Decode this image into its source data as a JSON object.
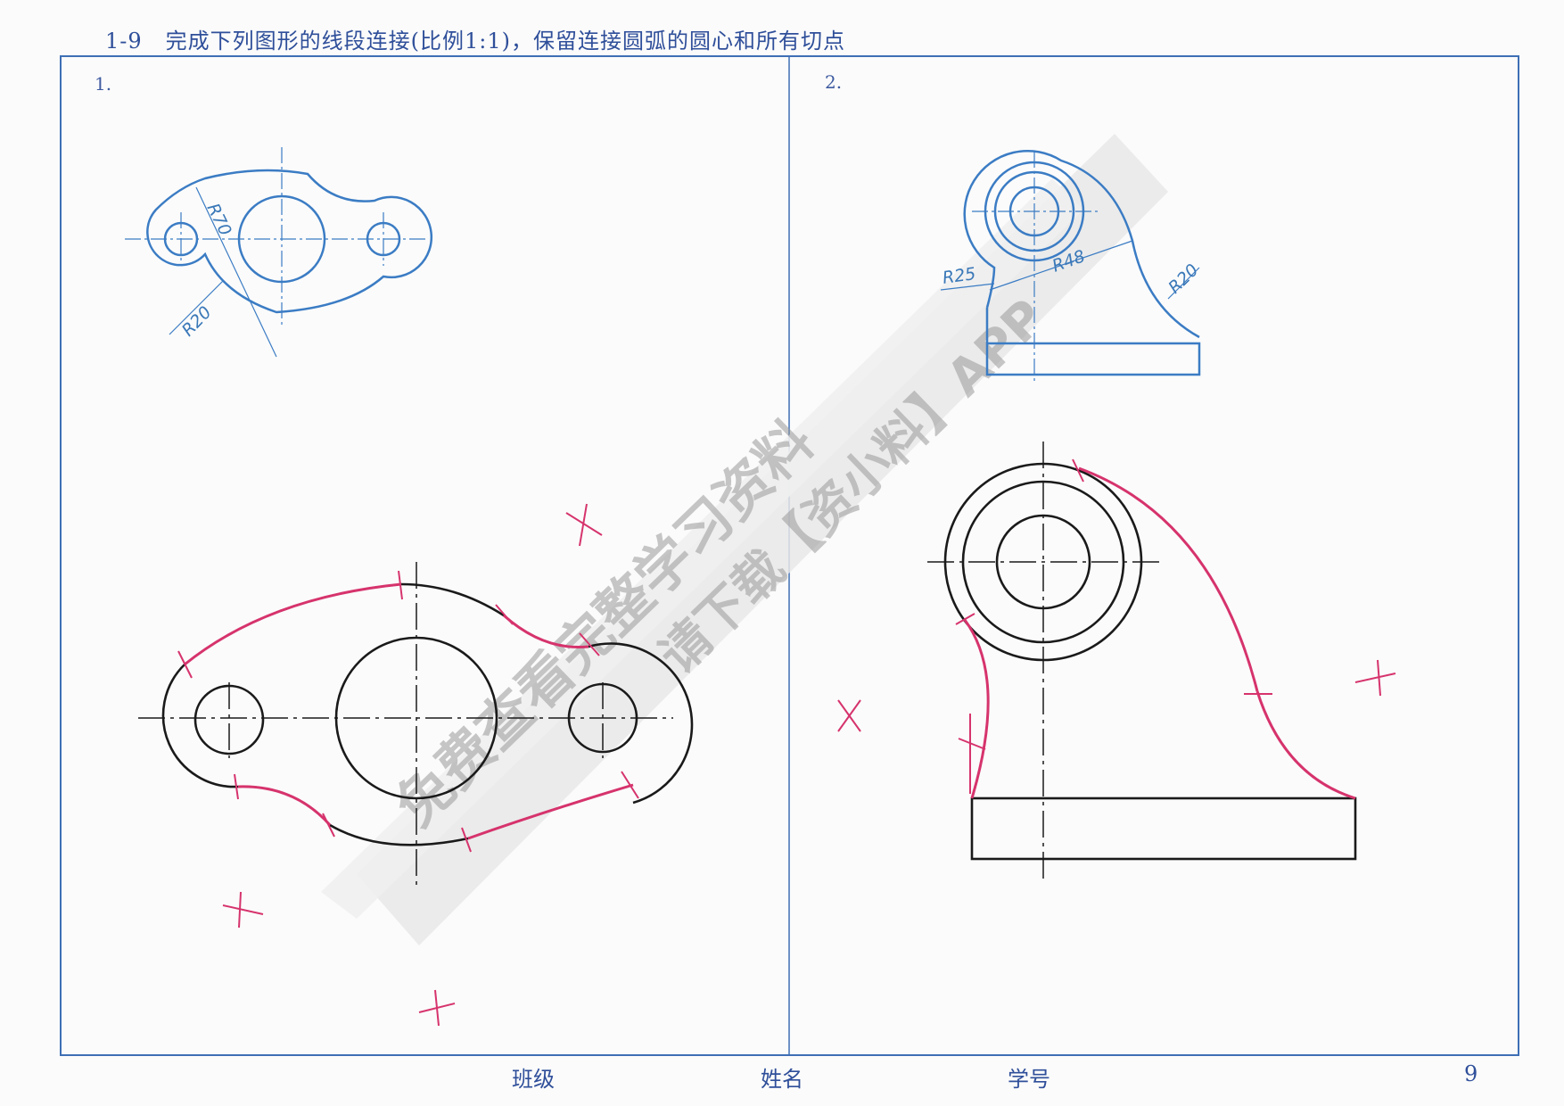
{
  "header": {
    "exercise_number": "1-9",
    "instruction": "完成下列图形的线段连接(比例1:1)，保留连接圆弧的圆心和所有切点"
  },
  "panels": [
    {
      "label": "1.",
      "dimensions": [
        "R70",
        "R20"
      ]
    },
    {
      "label": "2.",
      "dimensions": [
        "R25",
        "R48",
        "R20"
      ]
    }
  ],
  "watermark": {
    "line1": "免费查看完整学习资料",
    "line2": "请下载【资小料】APP"
  },
  "footer": {
    "class_label": "班级",
    "name_label": "姓名",
    "id_label": "学号",
    "page_number": "9"
  },
  "colors": {
    "frame": "#3e6fb5",
    "example_outline": "#3b7cc4",
    "solution_outline": "#1a1a1a",
    "connecting_arc": "#d6336c",
    "text": "#2f4f9a"
  }
}
